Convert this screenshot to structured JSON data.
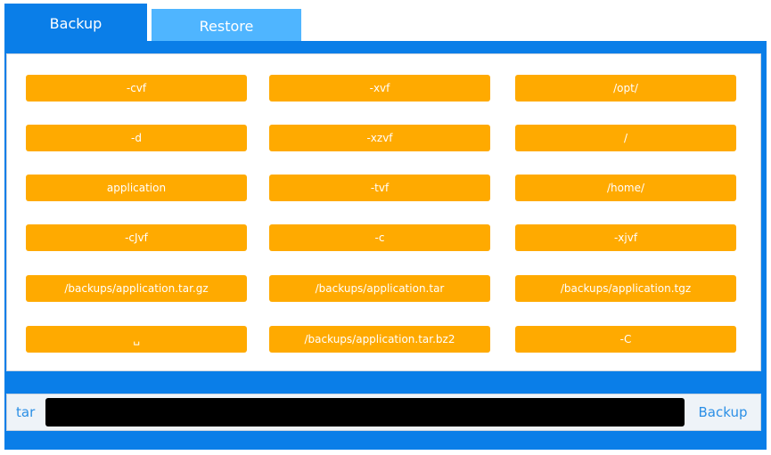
{
  "tabs": [
    {
      "label": "Backup",
      "active": true
    },
    {
      "label": "Restore",
      "active": false
    }
  ],
  "options": [
    {
      "label": "-cvf"
    },
    {
      "label": "-xvf"
    },
    {
      "label": "/opt/"
    },
    {
      "label": "-d"
    },
    {
      "label": "-xzvf"
    },
    {
      "label": "/"
    },
    {
      "label": "application"
    },
    {
      "label": "-tvf"
    },
    {
      "label": "/home/"
    },
    {
      "label": "-cJvf"
    },
    {
      "label": "-c"
    },
    {
      "label": "-xjvf"
    },
    {
      "label": "/backups/application.tar.gz"
    },
    {
      "label": "/backups/application.tar"
    },
    {
      "label": "/backups/application.tgz"
    },
    {
      "label": "␣"
    },
    {
      "label": "/backups/application.tar.bz2"
    },
    {
      "label": "-C"
    }
  ],
  "command": {
    "prefix": "tar",
    "value": "",
    "action_label": "Backup"
  },
  "colors": {
    "frame": "#0a7ee8",
    "active_tab": "#0a7ee8",
    "inactive_tab": "#4fb5ff",
    "option": "#ffaa00",
    "input_bg": "#000000",
    "link_text": "#2b8fe6"
  }
}
